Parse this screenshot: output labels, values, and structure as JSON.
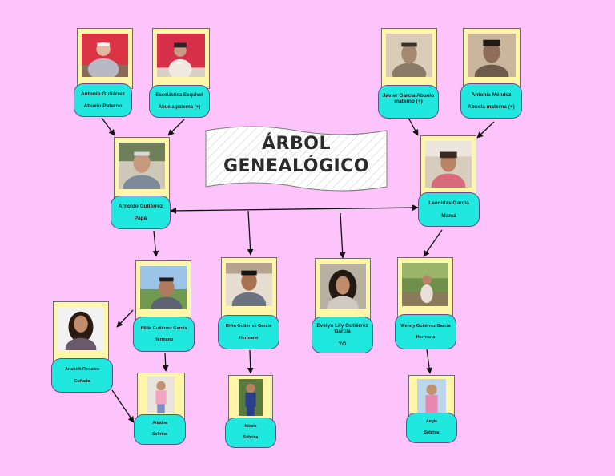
{
  "title": {
    "line1": "ÁRBOL",
    "line2": "GENEALÓGICO"
  },
  "colors": {
    "background": "#fdc4fc",
    "card": "#20e8df",
    "frame": "#fff6a9",
    "line": "#111111"
  },
  "people": {
    "antonio": {
      "name": "Antonio Gutiérrez",
      "role": "Abuelo Paterno"
    },
    "escolastica": {
      "name": "Escolástica Esquivel",
      "role": "Abuela paterna (+)"
    },
    "javier": {
      "name": "Javier García Abuelo materno (+)",
      "role": ""
    },
    "antonia": {
      "name": "Antonia Méndez",
      "role": "Abuela materna (+)"
    },
    "arnoldo": {
      "name": "Arnoldo Gutiérrez",
      "role": "Papá"
    },
    "leonidas": {
      "name": "Leonidas García",
      "role": "Mamá"
    },
    "hilde": {
      "name": "Hilde Gutiérrez García",
      "role": "Hermano"
    },
    "elvin": {
      "name": "Elvin Gutiérrez García",
      "role": "Hermano"
    },
    "evelyn": {
      "name": "Evelyn Lily Gutiérrez García",
      "role": "YO"
    },
    "wendy": {
      "name": "Wendy Gutiérrez García",
      "role": "Hermana"
    },
    "anabith": {
      "name": "Anabith Rosales",
      "role": "Cuñada"
    },
    "ariadna": {
      "name": "Ariadna",
      "role": "Sobrina"
    },
    "nicole": {
      "name": "Nicole",
      "role": "Sobrina"
    },
    "angie": {
      "name": "Angie",
      "role": "Sobrina"
    }
  }
}
